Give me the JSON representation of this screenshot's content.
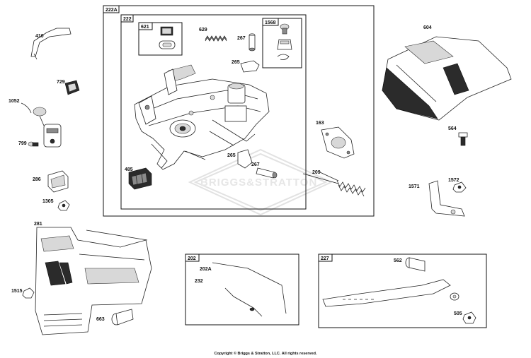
{
  "groups": {
    "g222A": "222A",
    "g222": "222",
    "g621": "621",
    "g1568": "1568",
    "g202": "202",
    "g227": "227"
  },
  "parts": {
    "p410": "410",
    "p729": "729",
    "p1052": "1052",
    "p799": "799",
    "p286": "286",
    "p1305": "1305",
    "p281": "281",
    "p1515": "1515",
    "p663": "663",
    "p629": "629",
    "p267a": "267",
    "p265a": "265",
    "p485": "485",
    "p265b": "265",
    "p267b": "267",
    "p604": "604",
    "p163": "163",
    "p209": "209",
    "p564": "564",
    "p1571": "1571",
    "p1572": "1572",
    "p202A": "202A",
    "p232": "232",
    "p562": "562",
    "p505": "505"
  },
  "watermark": "BRIGGS&STRATTON",
  "copyright": "Copyright © Briggs & Stratton, LLC. All rights reserved."
}
